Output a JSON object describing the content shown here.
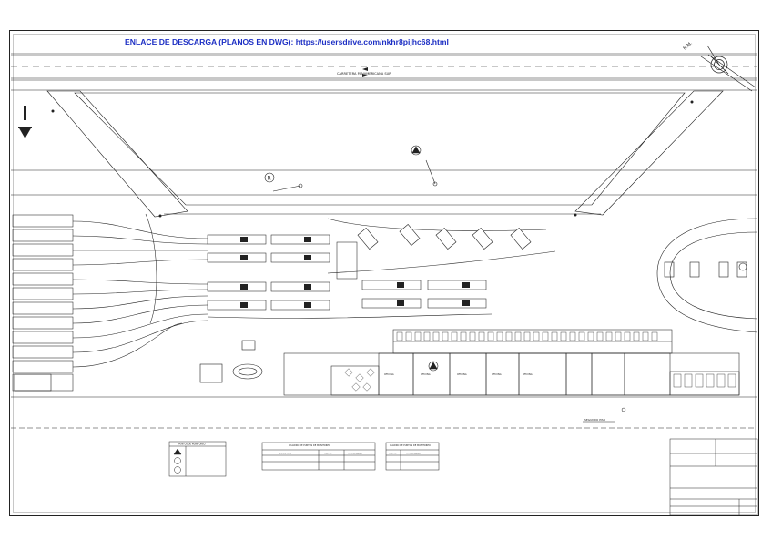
{
  "download_link": {
    "text": "ENLACE DE DESCARGA (PLANOS EN DWG): https://usersdrive.com/nkhr8pijhc68.html"
  },
  "plan": {
    "highway_label": "CARRETERA PANAMERICANA SUR",
    "north_label": "N.M.",
    "second_floor_label": "SEGUNDO PISO",
    "room_labels": [
      "OFICINA",
      "OFICINA",
      "OFICINA",
      "OFICINA",
      "OFICINA"
    ],
    "marker_r": "R"
  },
  "legend": {
    "title": "PUNTOS DE MONITOREO"
  },
  "table_noise": {
    "title": "CUADRO DE PUNTOS DE MONITOREO",
    "headers": [
      "DESCRIPCION",
      "PUNTOS",
      "COORDENADAS"
    ]
  },
  "table_air": {
    "title": "CUADRO DE PUNTOS DE MONITOREO",
    "headers": [
      "PUNTOS",
      "COORDENADAS"
    ]
  },
  "colors": {
    "line": "#1a1a1a",
    "link": "#1d2fc4"
  }
}
